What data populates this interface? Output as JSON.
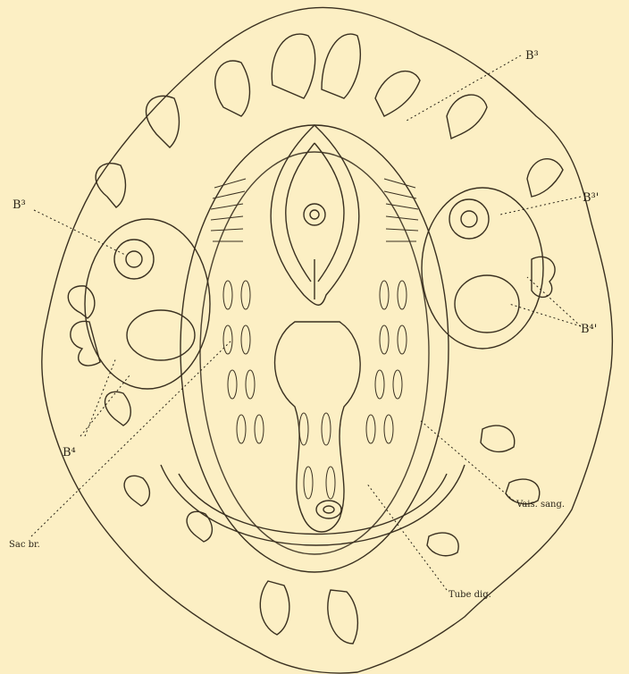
{
  "labels": {
    "b3_top_right": "B³",
    "b3_left": "B³",
    "b3_prime_right": "B³'",
    "b4_left": "B⁴",
    "b4_prime_right": "B⁴'",
    "vaisseau": "Vais. sang.",
    "sac_br": "Sac br.",
    "tube_dig": "Tube dig."
  },
  "colors": {
    "paper": "#fcefc4",
    "ink": "#3a3020",
    "stipple": "#5a4a30"
  }
}
